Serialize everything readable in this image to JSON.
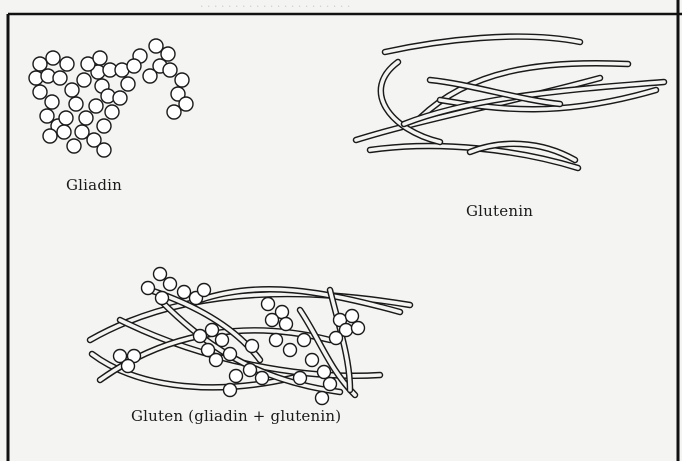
{
  "labels": {
    "gliadin": "Gliadin",
    "glutenin": "Glutenin",
    "gluten": "Gluten (gliadin + glutenin)"
  },
  "colors": {
    "ink": "#1a1a1a",
    "paper": "#f4f4f2",
    "frame": "#000000"
  }
}
